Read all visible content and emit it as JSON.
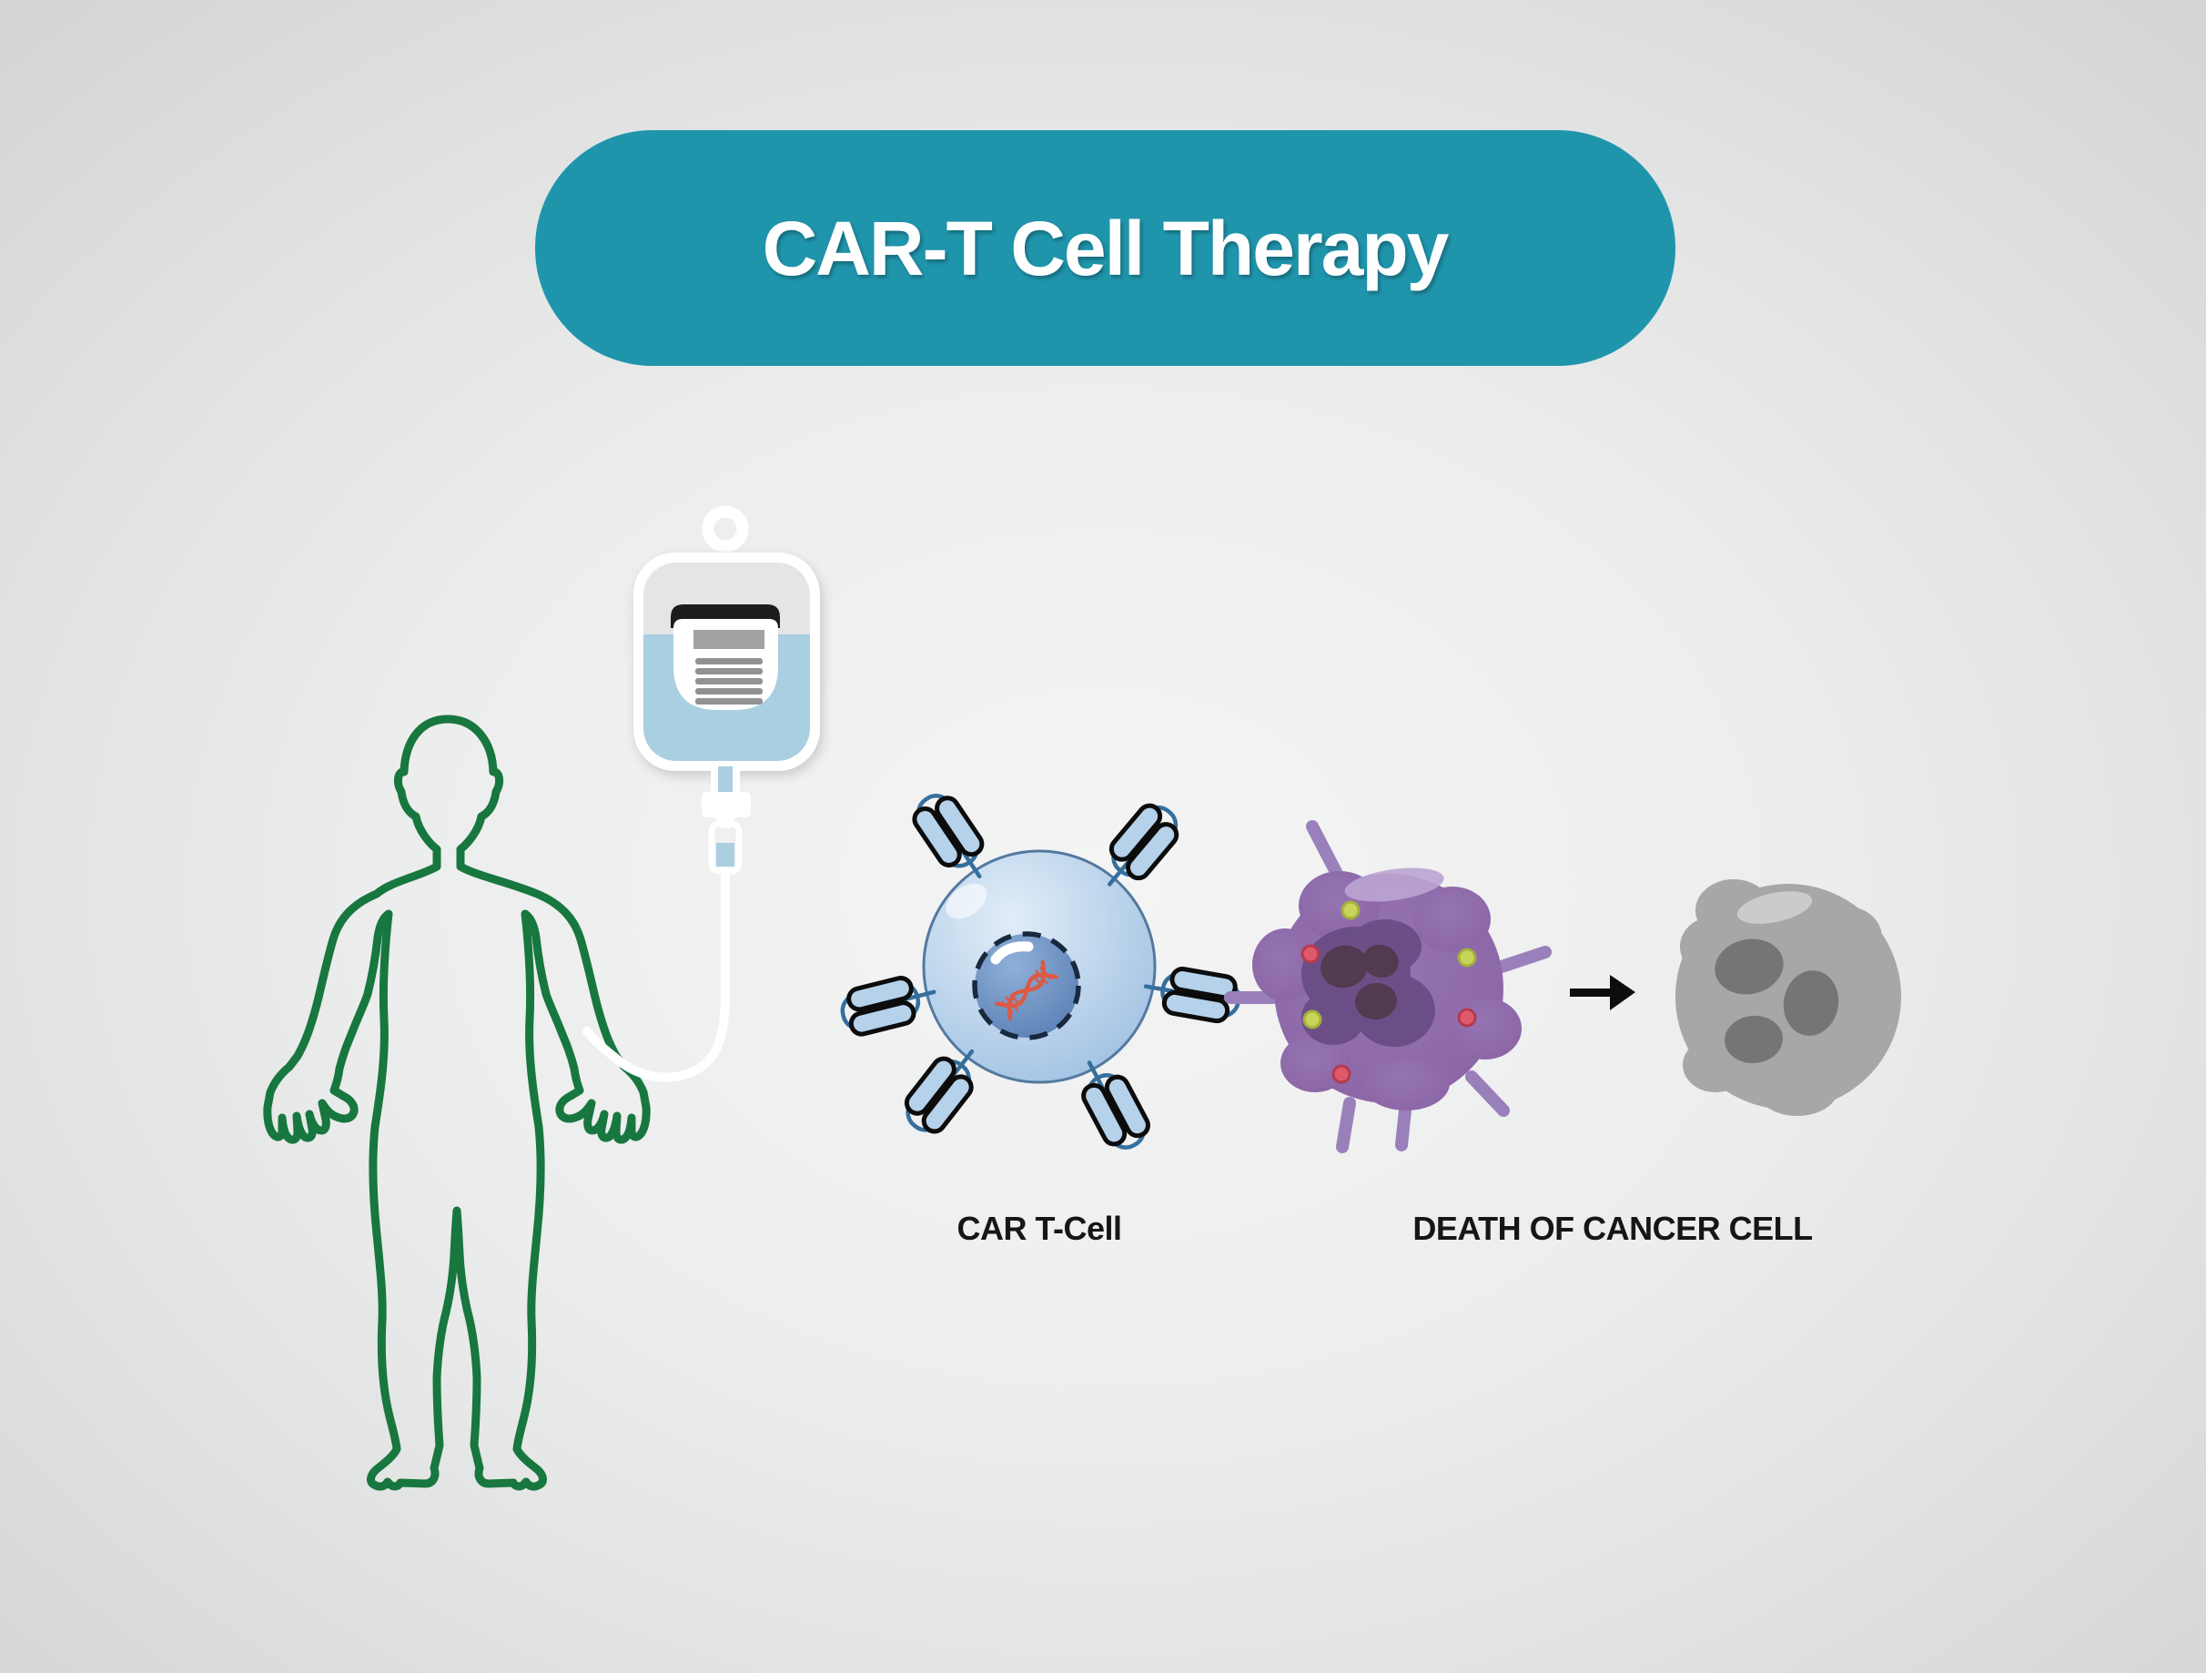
{
  "labels": {
    "title": "CAR-T Cell Therapy",
    "car_t_cell": "CAR T-Cell",
    "death_of_cancer_cell": "DEATH OF CANCER CELL"
  },
  "icons": {
    "arrow_right": "→",
    "iv_bag": "infusion-bag",
    "patient": "human-body-outline",
    "dna": "dna-helix"
  },
  "colors": {
    "background_center": "#f4f4f4",
    "background_edge": "#d4d5d6",
    "banner": "#1f95ac",
    "banner_text": "#ffffff",
    "body_outline": "#17773f",
    "iv_liquid": "#a9cfe1",
    "iv_bag_gray": "#e4e5e6",
    "iv_cap": "#1c1c1e",
    "iv_label_gray": "#919294",
    "tcell_stroke": "#53799f",
    "dna": "#dc5a44",
    "receptor_fill": "#b6d1ea",
    "receptor_stroke": "#0c0c0c",
    "receptor_link": "#356f9e",
    "cancer_body": "#8d68a8",
    "cancer_spike": "#9a80ba",
    "cancer_nucleus": "#6b4d85",
    "cancer_clump": "#523a50",
    "cancer_highlight": "#bba4d2",
    "dot_yellow": "#c9d55a",
    "dot_yellow_ring": "#a3b13c",
    "dot_red": "#e0596a",
    "dot_red_ring": "#b23a4e",
    "dead_body": "#a7a7a7",
    "dead_clump": "#757575",
    "dead_highlight": "#cbcbcb",
    "arrow": "#0d0d0d",
    "label_text": "#161616"
  }
}
